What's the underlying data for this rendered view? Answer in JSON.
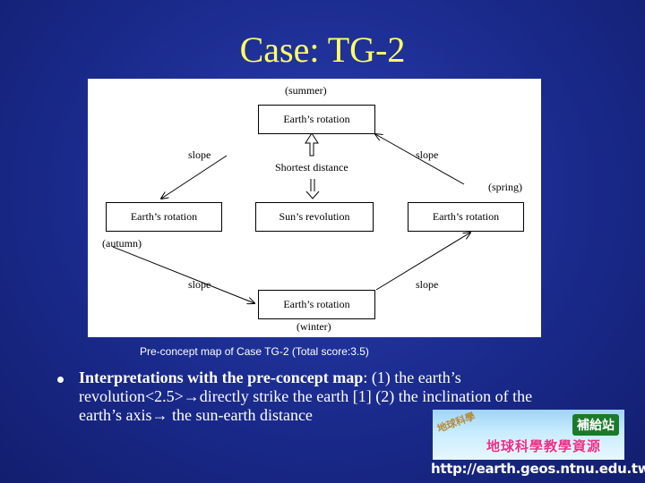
{
  "slide": {
    "title": "Case: TG-2",
    "caption": "Pre-concept map of Case TG-2 (Total score:3.5)",
    "bullet": {
      "bold_part": "Interpretations with the pre-concept map",
      "line1_rest": ": (1) the earth’s",
      "line2": "revolution<2.5>",
      "line2_b": "directly strike the earth [1] (2) the inclination of the",
      "line3": "earth’s axis",
      "line3_b": " the sun-earth distance"
    },
    "footer_url": "http://earth.geos.ntnu.edu.tw"
  },
  "logo": {
    "badge": "補給站",
    "main_text": "地球科學教學資源",
    "arc_text": "地球科學"
  },
  "diagram": {
    "nodes": {
      "top": "Earth’s rotation",
      "left": "Earth’s rotation",
      "center": "Sun’s revolution",
      "right": "Earth’s rotation",
      "bottom": "Earth’s rotation"
    },
    "labels": {
      "summer": "(summer)",
      "spring": "(spring)",
      "autumn": "(autumn)",
      "winter": "(winter)",
      "slope_tl": "slope",
      "slope_tr": "slope",
      "slope_bl": "slope",
      "slope_br": "slope",
      "shortest": "Shortest distance"
    }
  },
  "colors": {
    "background": "#1a2a8c",
    "title": "#ffff66",
    "text": "#ffffff"
  }
}
